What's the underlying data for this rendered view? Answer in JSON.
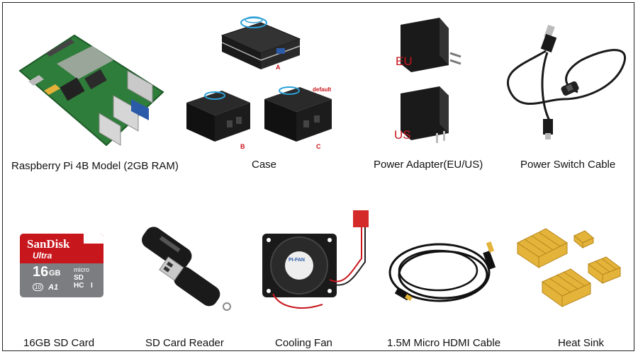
{
  "products": {
    "pi": {
      "label": "Raspberry Pi 4B Model (2GB RAM)"
    },
    "case": {
      "label": "Case",
      "tags": [
        "A",
        "B",
        "C"
      ],
      "default_tag": "default"
    },
    "adapter": {
      "label": "Power Adapter(EU/US)",
      "eu": "EU",
      "us": "US"
    },
    "switch_cable": {
      "label": "Power Switch Cable"
    },
    "sd_card": {
      "label": "16GB SD Card",
      "brand": "SanDisk",
      "series": "Ultra",
      "capacity": "16",
      "unit": "GB",
      "micro": "micro",
      "sd": "SD",
      "hc": "HC",
      "class": "I",
      "a1": "A1",
      "c10": "10"
    },
    "reader": {
      "label": "SD Card Reader"
    },
    "fan": {
      "label": "Cooling Fan",
      "brand": "PI-FAN"
    },
    "hdmi": {
      "label": "1.5M Micro HDMI Cable"
    },
    "heatsink": {
      "label": "Heat Sink"
    }
  },
  "colors": {
    "accent_red": "#c8161d",
    "board_green": "#2f7d3a",
    "gold": "#e3b33a",
    "sd_red": "#c8161d",
    "sd_gray": "#7b7d80"
  }
}
